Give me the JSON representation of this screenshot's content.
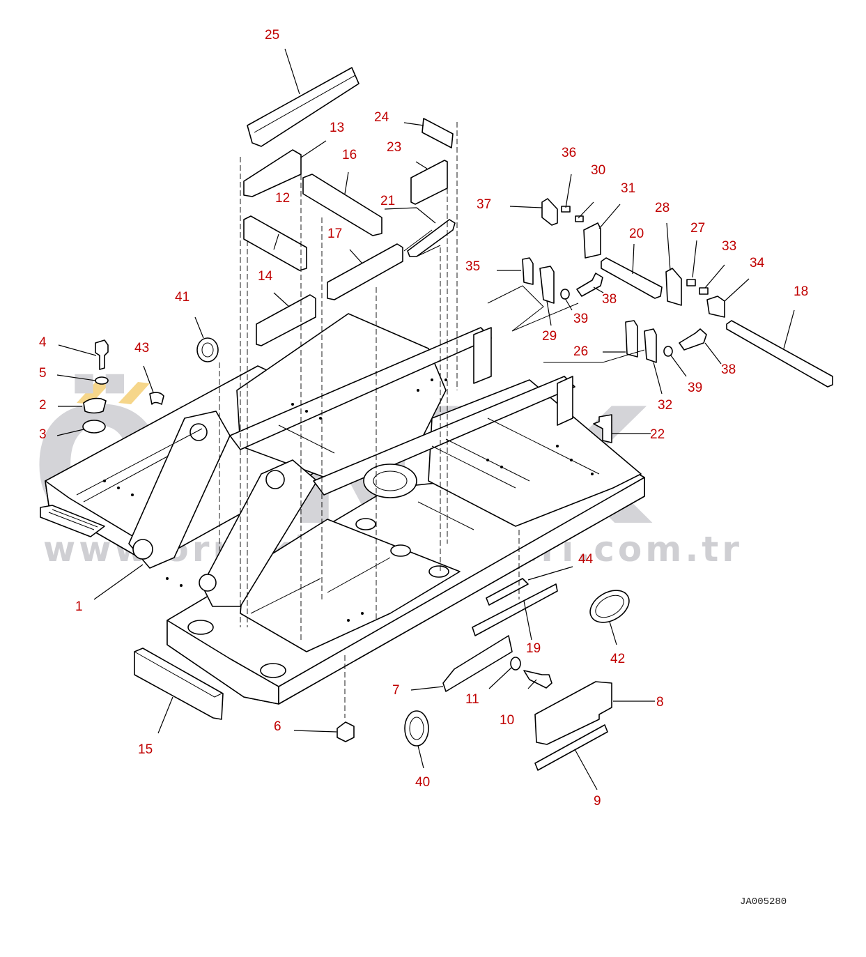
{
  "watermark": {
    "brand": "ÖRNEK",
    "url": "www.ornekismakinalari.com.tr"
  },
  "figure_code": "JA005280",
  "colors": {
    "callout": "#c00000",
    "line": "#000000",
    "watermark": "#d4d4d8",
    "accent": "#f6d68a"
  },
  "callouts": {
    "n1": "1",
    "n2": "2",
    "n3": "3",
    "n4": "4",
    "n5": "5",
    "n6": "6",
    "n7": "7",
    "n8": "8",
    "n9": "9",
    "n10": "10",
    "n11": "11",
    "n12": "12",
    "n13": "13",
    "n14": "14",
    "n15": "15",
    "n16": "16",
    "n17": "17",
    "n18": "18",
    "n19": "19",
    "n20": "20",
    "n21": "21",
    "n22": "22",
    "n23": "23",
    "n24": "24",
    "n25": "25",
    "n26": "26",
    "n27": "27",
    "n28": "28",
    "n29": "29",
    "n30": "30",
    "n31": "31",
    "n32": "32",
    "n33": "33",
    "n34": "34",
    "n35": "35",
    "n36": "36",
    "n37": "37",
    "n38a": "38",
    "n38b": "38",
    "n39a": "39",
    "n39b": "39",
    "n40": "40",
    "n41": "41",
    "n42": "42",
    "n43": "43",
    "n44": "44"
  }
}
